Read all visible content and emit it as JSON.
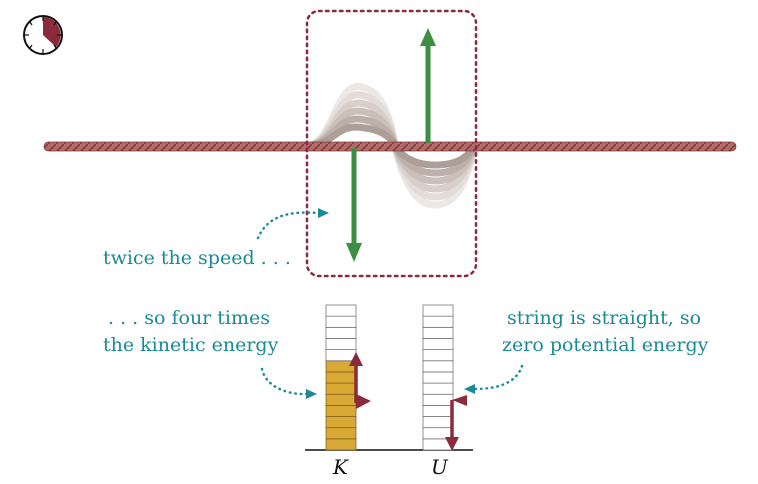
{
  "annotations": {
    "speed": "twice the speed . . .",
    "kinetic_line1": ". . . so four times",
    "kinetic_line2": "the kinetic energy",
    "potential_line1": "string is straight, so",
    "potential_line2": "zero potential energy"
  },
  "energy_bars": {
    "kinetic": {
      "label": "K",
      "segments": 13,
      "filled": 8,
      "fill_color": "#d9a935"
    },
    "potential": {
      "label": "U",
      "segments": 13,
      "filled": 0,
      "fill_color": "#d9a935"
    }
  },
  "colors": {
    "rope": "#b56a6a",
    "frame": "#8b2a3a",
    "velocity_arrow": "#3e8e41",
    "energy_arrow": "#8b2a3a",
    "annotation": "#1a8a96"
  },
  "icons": [
    "clock-icon"
  ]
}
